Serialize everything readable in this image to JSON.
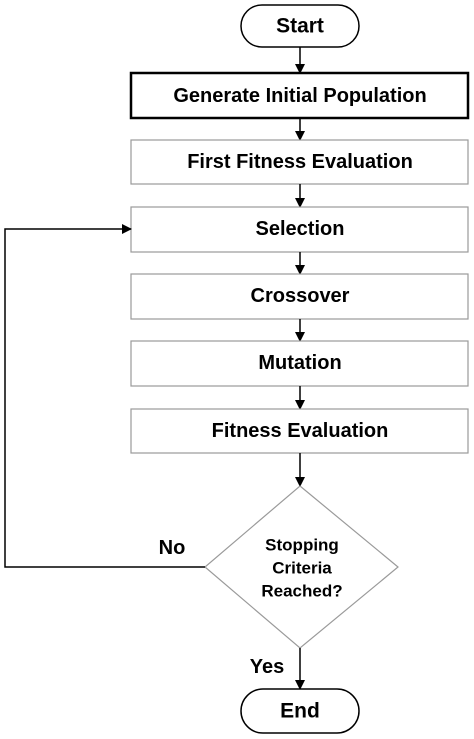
{
  "diagram": {
    "nodes": {
      "start": "Start",
      "generate": "Generate Initial Population",
      "first_eval": "First Fitness Evaluation",
      "selection": "Selection",
      "crossover": "Crossover",
      "mutation": "Mutation",
      "fitness_eval": "Fitness Evaluation",
      "decision": [
        "Stopping",
        "Criteria",
        "Reached?"
      ],
      "end": "End"
    },
    "edge_labels": {
      "no": "No",
      "yes": "Yes"
    },
    "colors": {
      "stroke": "#000000",
      "box_stroke": "#9a9a9a",
      "fill": "#ffffff",
      "text": "#000000"
    }
  }
}
